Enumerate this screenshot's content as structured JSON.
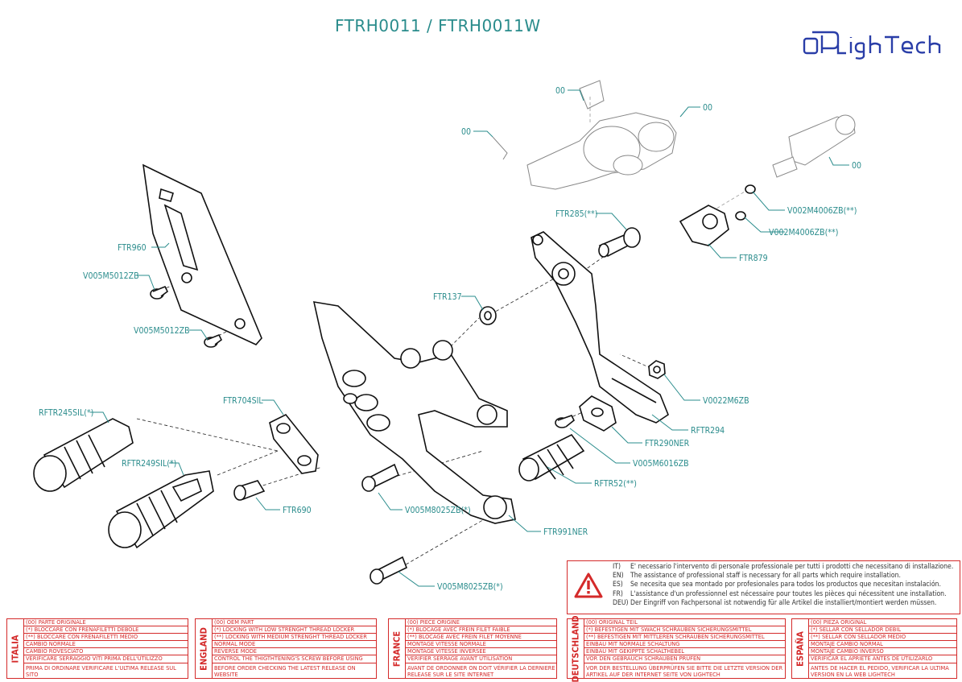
{
  "title": "FTRH0011 / FTRH0011W",
  "logo": "LighTech",
  "part_labels": {
    "oo_top": "00",
    "oo_right_top": "00",
    "oo_left": "00",
    "oo_right": "00",
    "ftr960": "FTR960",
    "v005m5012zb_1": "V005M5012ZB",
    "v005m5012zb_2": "V005M5012ZB",
    "v002m4006zb_1": "V002M4006ZB(**)",
    "v002m4006zb_2": "V002M4006ZB(**)",
    "ftr879": "FTR879",
    "ftr285": "FTR285(**)",
    "ftr137": "FTR137",
    "v0022m6zb": "V0022M6ZB",
    "rftr294": "RFTR294",
    "ftr290ner": "FTR290NER",
    "v005m6016zb": "V005M6016ZB",
    "rftr52": "RFTR52(**)",
    "ftr704sil": "FTR704SIL",
    "rftr245sil": "RFTR245SIL(*)",
    "rftr249sil": "RFTR249SIL(*)",
    "ftr690": "FTR690",
    "v005m8025zb_1": "V005M8025ZB(*)",
    "ftr991ner": "FTR991NER",
    "v005m8025zb_2": "V005M8025ZB(*)"
  },
  "warning": {
    "lines": [
      {
        "code": "IT)",
        "text": "E' necessario l'intervento di personale professionale per tutti i prodotti che necessitano di installazione."
      },
      {
        "code": "EN)",
        "text": "The assistance of professional staff is necessary for all parts which require installation."
      },
      {
        "code": "ES)",
        "text": "Se necesita que sea montado por profesionales para todos los productos que necesitan instalación."
      },
      {
        "code": "FR)",
        "text": "L'assistance d'un professionnel est nécessaire pour toutes les pièces qui nécessitent une installation."
      },
      {
        "code": "DEU)",
        "text": "Der Eingriff von Fachpersonal ist notwendig  für alle Artikel die installiert/montiert werden müssen."
      }
    ]
  },
  "legends": [
    {
      "country": "ITALIA",
      "rows": [
        "(00) PARTE ORIGINALE",
        "(*)   BLOCCARE CON FRENAFILETTI DEBOLE",
        "(**)  BLOCCARE CON FRENAFILETTI MEDIO",
        "CAMBIO NORMALE",
        "CAMBIO ROVESCIATO",
        "VERIFICARE SERRAGGIO VITI PRIMA DELL'UTILIZZO"
      ],
      "last": "PRIMA DI ORDINARE VERIFICARE L'ULTIMA RELEASE SUL SITO"
    },
    {
      "country": "ENGLAND",
      "rows": [
        "(00) OEM PART",
        "(*)   LOCKING WITH LOW STRENGHT THREAD LOCKER",
        "(**)  LOCKING WITH MEDIUM STRENGHT THREAD LOCKER",
        "NORMAL MODE",
        "REVERSE MODE",
        "CONTROL THE THIGTHTENING'S SCREW BEFORE USING"
      ],
      "last": "BEFORE ORDER CHECKING THE LATEST RELEASE ON WEBSITE"
    },
    {
      "country": "FRANCE",
      "rows": [
        "(00) PIECE ORIGINE",
        "(*)   BLOCAGE AVEC FREIN FILET FAIBLE",
        "(**)  BLOCAGE AVEC FREIN FILET MOYENNE",
        "MONTAGE VITESSE NORMALE",
        "MONTAGE VITESSE INVERSEE",
        "VERIFIER SERRAGE AVANT UTILISATION"
      ],
      "last": "AVANT DE ORDONNER ON DOIT VÉRIFIER LA DERNIERE RELEASE SUR LE SITE INTERNET"
    },
    {
      "country": "DEUTSCHLAND",
      "rows": [
        "(00) ORIGINAL TEIL",
        "(*)   BEFESTIGEN MIT SWACH SCHRAUBEN SICHERUNGSMITTEL",
        "(**)  BEFESTIGEN MIT MITTLEREN SCHRAUBEN SICHERUNGSMITTEL",
        "EINBAU MIT NORMALE SCHALTUNG",
        "EINBAU MIT GEKIPPTE SCHALTHEBEL",
        "VOR DEN GEBRAUCH SCHRAUBEN PRÜFEN"
      ],
      "last": "VOR DER BESTELLUNG ÜBERPRÜFEN SIE BITTE DIE LETZTE VERSION DER ARTIKEL AUF DER INTERNET SEITE VON LIGHTECH"
    },
    {
      "country": "ESPAÑA",
      "rows": [
        "(00) PIEZA ORIGINAL",
        "(*)   SELLAR CON SELLADOR DEBIL",
        "(**)  SELLAR CON SELLADOR MEDIO",
        "MONTAJE  CAMBIO NORMAL",
        "MONTAJE CAMBIO INVERSO",
        "VERIFICAR EL APRIETE ANTES DE UTILIZARLO"
      ],
      "last": "ANTES DE HACER EL PEDIDO, VERIFICAR LA ULTIMA VERSION EN LA WEB LIGHTECH"
    }
  ]
}
